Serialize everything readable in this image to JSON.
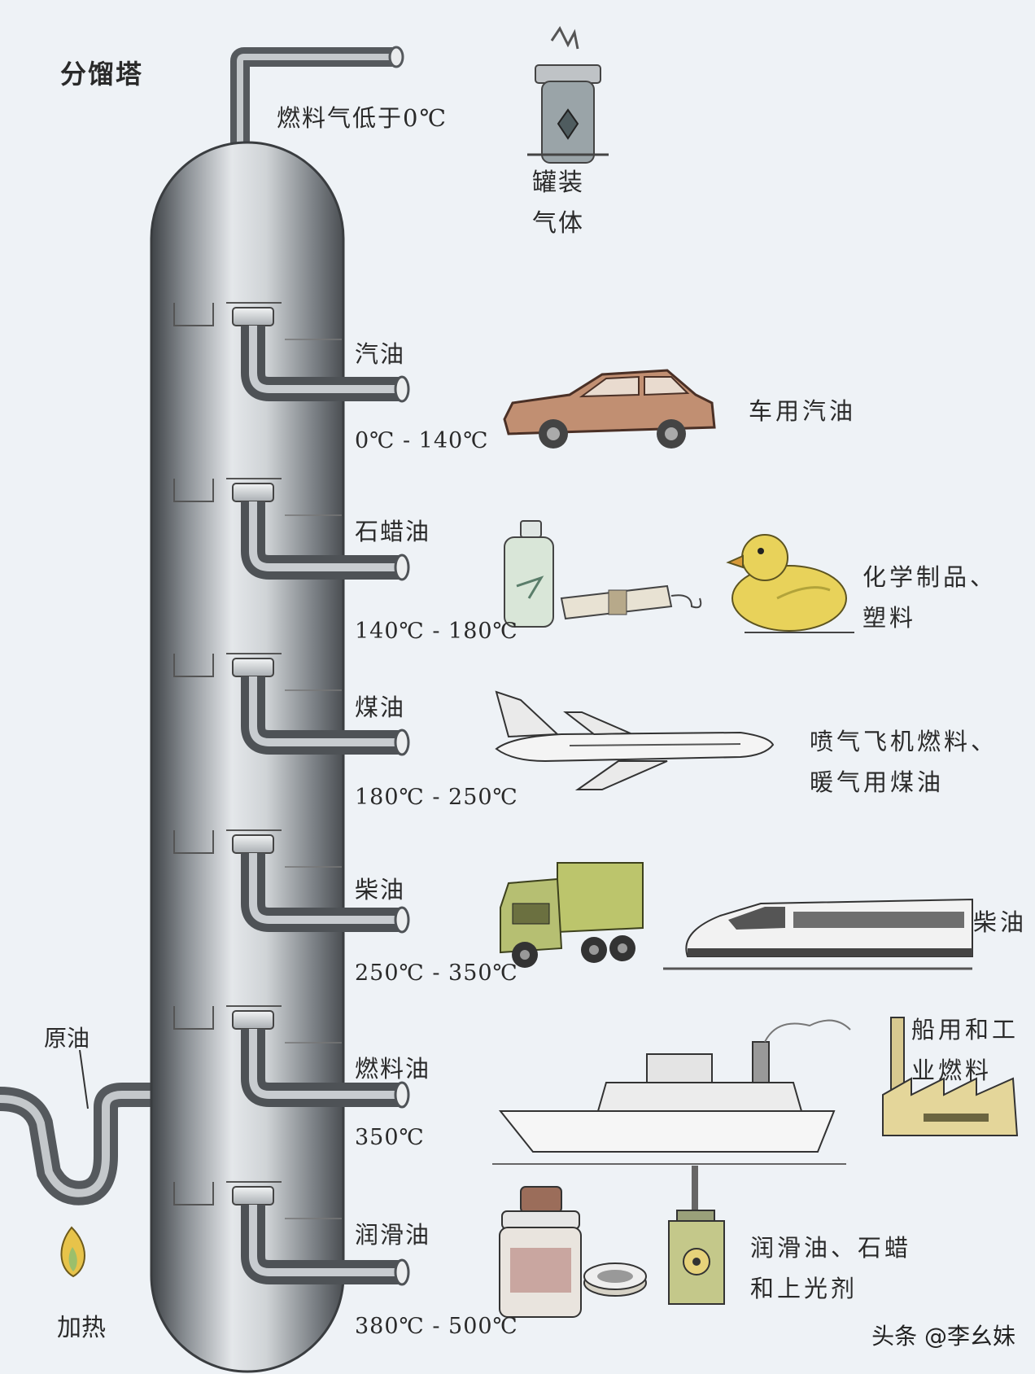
{
  "title": "分馏塔",
  "top_label": "燃料气低于0℃",
  "bottled_gas": "罐装\n气体",
  "crude_oil": "原油",
  "heating": "加热",
  "fractions": [
    {
      "name": "汽油",
      "range": "0℃ - 140℃",
      "use": "车用汽油"
    },
    {
      "name": "石蜡油",
      "range": "140℃ - 180℃",
      "use": "化学制品、\n塑料"
    },
    {
      "name": "煤油",
      "range": "180℃ - 250℃",
      "use": "喷气飞机燃料、\n暖气用煤油"
    },
    {
      "name": "柴油",
      "range": "250℃ - 350℃",
      "use": "柴油"
    },
    {
      "name": "燃料油",
      "range": "350℃",
      "use": "船用和工\n业燃料"
    },
    {
      "name": "润滑油",
      "range": "380℃ - 500℃",
      "use": "润滑油、石蜡\n和上光剂"
    }
  ],
  "watermark": "头条 @李幺妹",
  "colors": {
    "background": "#eef2f6",
    "tower_dark": "#4b4f53",
    "tower_light": "#d4d8db",
    "flame": "#e7c34a"
  }
}
